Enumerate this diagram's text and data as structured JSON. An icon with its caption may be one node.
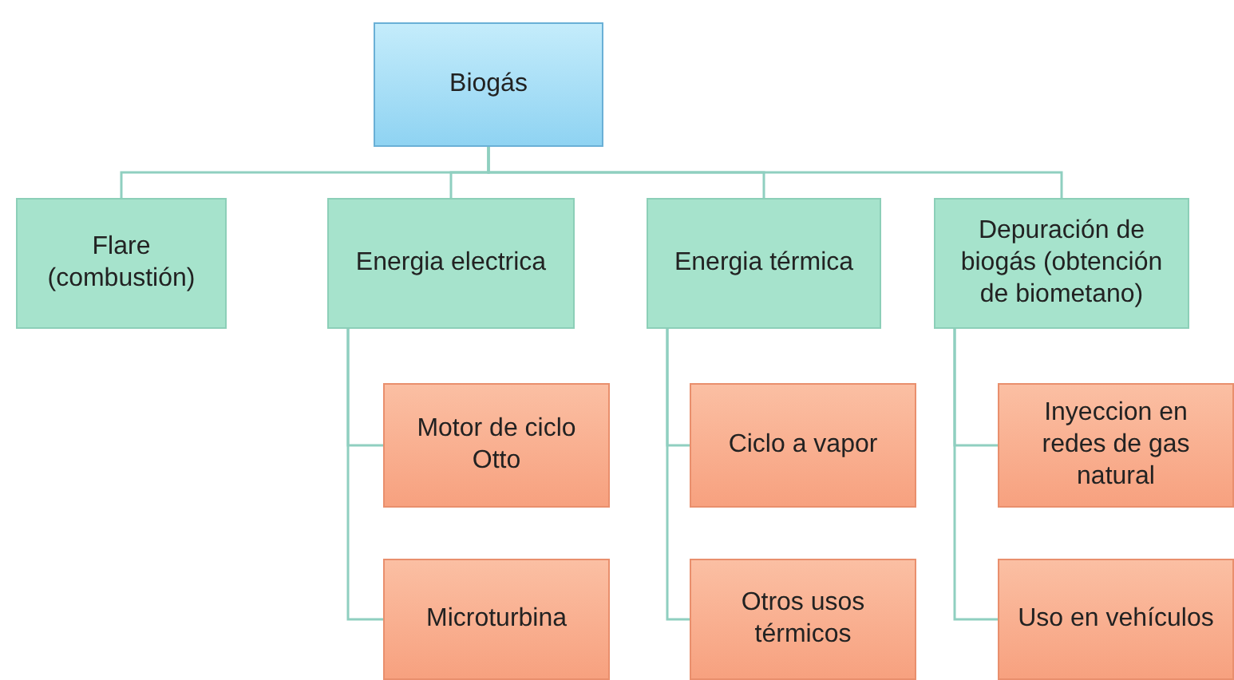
{
  "diagram": {
    "nodes": [
      {
        "text": [
          "Biogás"
        ]
      },
      {
        "text": [
          "Flare (combustión)"
        ]
      },
      {
        "text": [
          "Energia electrica"
        ]
      },
      {
        "text": [
          "Energia térmica"
        ]
      },
      {
        "text": [
          "Depuración de biogás (obtención de biometano)"
        ]
      },
      {
        "text": [
          "Motor de ciclo Otto"
        ]
      },
      {
        "text": [
          "Microturbina"
        ]
      },
      {
        "text": [
          "Ciclo a vapor"
        ]
      },
      {
        "text": [
          "Otros usos térmicos"
        ]
      },
      {
        "text": [
          "Inyeccion en redes de gas natural"
        ]
      },
      {
        "text": [
          "Uso en vehículos"
        ]
      }
    ],
    "edges": [
      {
        "from": 0,
        "to": 1,
        "arrow": "none"
      },
      {
        "from": 0,
        "to": 2,
        "arrow": "none"
      },
      {
        "from": 0,
        "to": 3,
        "arrow": "none"
      },
      {
        "from": 0,
        "to": 4,
        "arrow": "none"
      },
      {
        "from": 2,
        "to": 5,
        "arrow": "none"
      },
      {
        "from": 2,
        "to": 6,
        "arrow": "none"
      },
      {
        "from": 3,
        "to": 7,
        "arrow": "none"
      },
      {
        "from": 3,
        "to": 8,
        "arrow": "none"
      },
      {
        "from": 4,
        "to": 9,
        "arrow": "none"
      },
      {
        "from": 4,
        "to": 10,
        "arrow": "none"
      }
    ]
  }
}
